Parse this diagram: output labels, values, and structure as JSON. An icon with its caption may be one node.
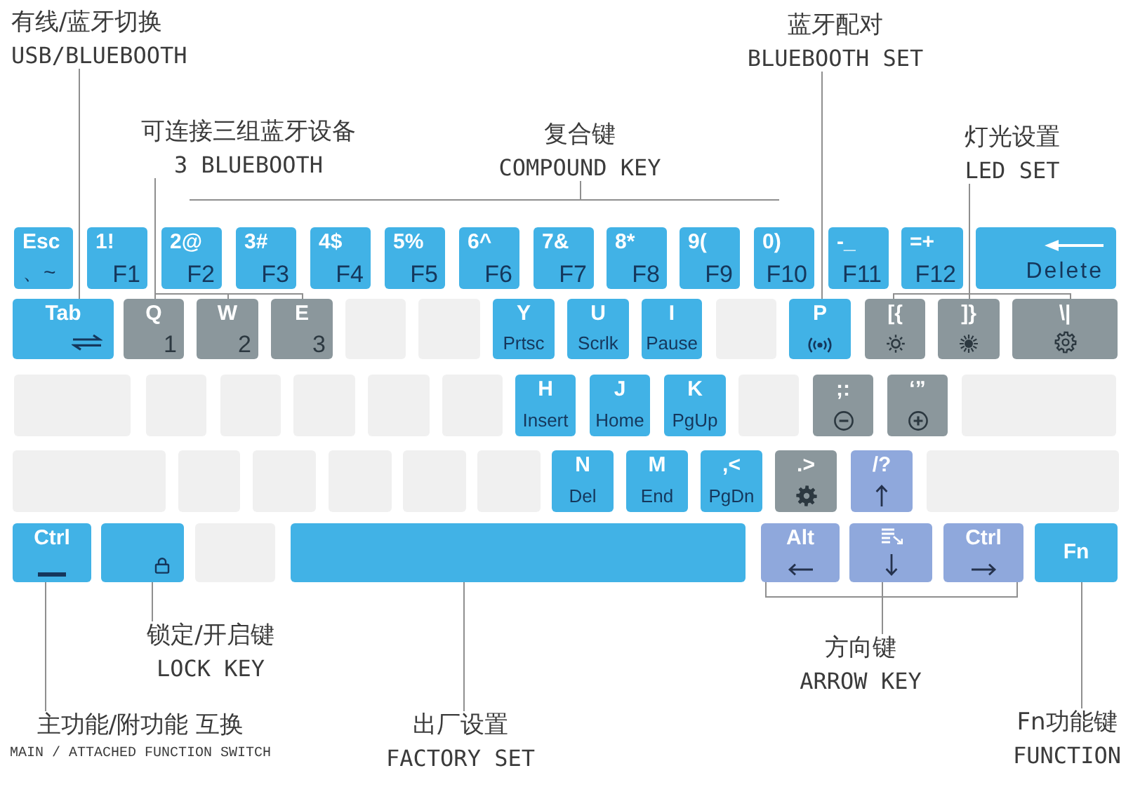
{
  "diagram": {
    "nodes": [
      {
        "text": [
          "有线/蓝牙切换",
          "USB/BLUEBOOTH"
        ]
      },
      {
        "text": [
          "蓝牙配对",
          "BLUEBOOTH SET"
        ]
      },
      {
        "text": [
          "可连接三组蓝牙设备",
          "3 BLUEBOOTH"
        ]
      },
      {
        "text": [
          "复合键",
          "COMPOUND KEY"
        ]
      },
      {
        "text": [
          "灯光设置",
          "LED SET"
        ]
      },
      {
        "text": [
          "Esc",
          "、~"
        ]
      },
      {
        "text": [
          "1!",
          "F1"
        ]
      },
      {
        "text": [
          "2@",
          "F2"
        ]
      },
      {
        "text": [
          "3#",
          "F3"
        ]
      },
      {
        "text": [
          "4$",
          "F4"
        ]
      },
      {
        "text": [
          "5%",
          "F5"
        ]
      },
      {
        "text": [
          "6^",
          "F6"
        ]
      },
      {
        "text": [
          "7&",
          "F7"
        ]
      },
      {
        "text": [
          "8*",
          "F8"
        ]
      },
      {
        "text": [
          "9(",
          "F9"
        ]
      },
      {
        "text": [
          "0)",
          "F10"
        ]
      },
      {
        "text": [
          "-_",
          "F11"
        ]
      },
      {
        "text": [
          "=+",
          "F12"
        ]
      },
      {
        "text": [
          "Delete"
        ]
      },
      {
        "text": [
          "Tab"
        ]
      },
      {
        "text": [
          "Q",
          "1"
        ]
      },
      {
        "text": [
          "W",
          "2"
        ]
      },
      {
        "text": [
          "E",
          "3"
        ]
      },
      {
        "text": [],
        "shape": "box"
      },
      {
        "text": [],
        "shape": "box"
      },
      {
        "text": [
          "Y",
          "Prtsc"
        ]
      },
      {
        "text": [
          "U",
          "Scrlk"
        ]
      },
      {
        "text": [
          "I",
          "Pause"
        ]
      },
      {
        "text": [],
        "shape": "box"
      },
      {
        "text": [
          "P"
        ]
      },
      {
        "text": [
          "[{"
        ]
      },
      {
        "text": [
          "]}"
        ]
      },
      {
        "text": [
          "\\|"
        ]
      },
      {
        "text": [],
        "shape": "box"
      },
      {
        "text": [],
        "shape": "box"
      },
      {
        "text": [],
        "shape": "box"
      },
      {
        "text": [],
        "shape": "box"
      },
      {
        "text": [],
        "shape": "box"
      },
      {
        "text": [],
        "shape": "box"
      },
      {
        "text": [
          "H",
          "Insert"
        ]
      },
      {
        "text": [
          "J",
          "Home"
        ]
      },
      {
        "text": [
          "K",
          "PgUp"
        ]
      },
      {
        "text": [],
        "shape": "box"
      },
      {
        "text": [
          ";:"
        ]
      },
      {
        "text": [
          "‘”"
        ]
      },
      {
        "text": [],
        "shape": "box"
      },
      {
        "text": [],
        "shape": "box"
      },
      {
        "text": [],
        "shape": "box"
      },
      {
        "text": [],
        "shape": "box"
      },
      {
        "text": [],
        "shape": "box"
      },
      {
        "text": [],
        "shape": "box"
      },
      {
        "text": [],
        "shape": "box"
      },
      {
        "text": [
          "N",
          "Del"
        ]
      },
      {
        "text": [
          "M",
          "End"
        ]
      },
      {
        "text": [
          ",<",
          "PgDn"
        ]
      },
      {
        "text": [
          ".>"
        ]
      },
      {
        "text": [
          "/?"
        ]
      },
      {
        "text": [],
        "shape": "box"
      },
      {
        "text": [
          "Ctrl"
        ]
      },
      {
        "text": [],
        "shape": "box"
      },
      {
        "text": [],
        "shape": "box"
      },
      {
        "text": [],
        "shape": "box"
      },
      {
        "text": [
          "Alt"
        ]
      },
      {
        "text": [],
        "shape": "box"
      },
      {
        "text": [
          "Ctrl"
        ]
      },
      {
        "text": [
          "Fn"
        ]
      },
      {
        "text": [
          "锁定/开启键",
          "LOCK KEY"
        ]
      },
      {
        "text": [
          "方向键",
          "ARROW KEY"
        ]
      },
      {
        "text": [
          "主功能/附功能 互换",
          "MAIN / ATTACHED FUNCTION SWITCH"
        ]
      },
      {
        "text": [
          "出厂设置",
          "FACTORY SET"
        ]
      },
      {
        "text": [
          "Fn功能键",
          "FUNCTION"
        ]
      },
      {
        "text": [],
        "shape": "bracket"
      }
    ],
    "edges": [
      {
        "from": 0,
        "to": 19,
        "arrow": "none"
      },
      {
        "from": 1,
        "to": 29,
        "arrow": "none"
      },
      {
        "from": 2,
        "to": 20,
        "arrow": "none"
      },
      {
        "from": 2,
        "to": 21,
        "arrow": "none"
      },
      {
        "from": 2,
        "to": 22,
        "arrow": "none"
      },
      {
        "from": 3,
        "to": 71,
        "arrow": "none"
      },
      {
        "from": 4,
        "to": 30,
        "arrow": "none"
      },
      {
        "from": 4,
        "to": 31,
        "arrow": "none"
      },
      {
        "from": 4,
        "to": 32,
        "arrow": "none"
      },
      {
        "from": 66,
        "to": 59,
        "arrow": "none"
      },
      {
        "from": 67,
        "to": 62,
        "arrow": "none"
      },
      {
        "from": 67,
        "to": 63,
        "arrow": "none"
      },
      {
        "from": 67,
        "to": 64,
        "arrow": "none"
      },
      {
        "from": 68,
        "to": 58,
        "arrow": "none"
      },
      {
        "from": 69,
        "to": 61,
        "arrow": "none"
      },
      {
        "from": 70,
        "to": 65,
        "arrow": "none"
      }
    ]
  }
}
